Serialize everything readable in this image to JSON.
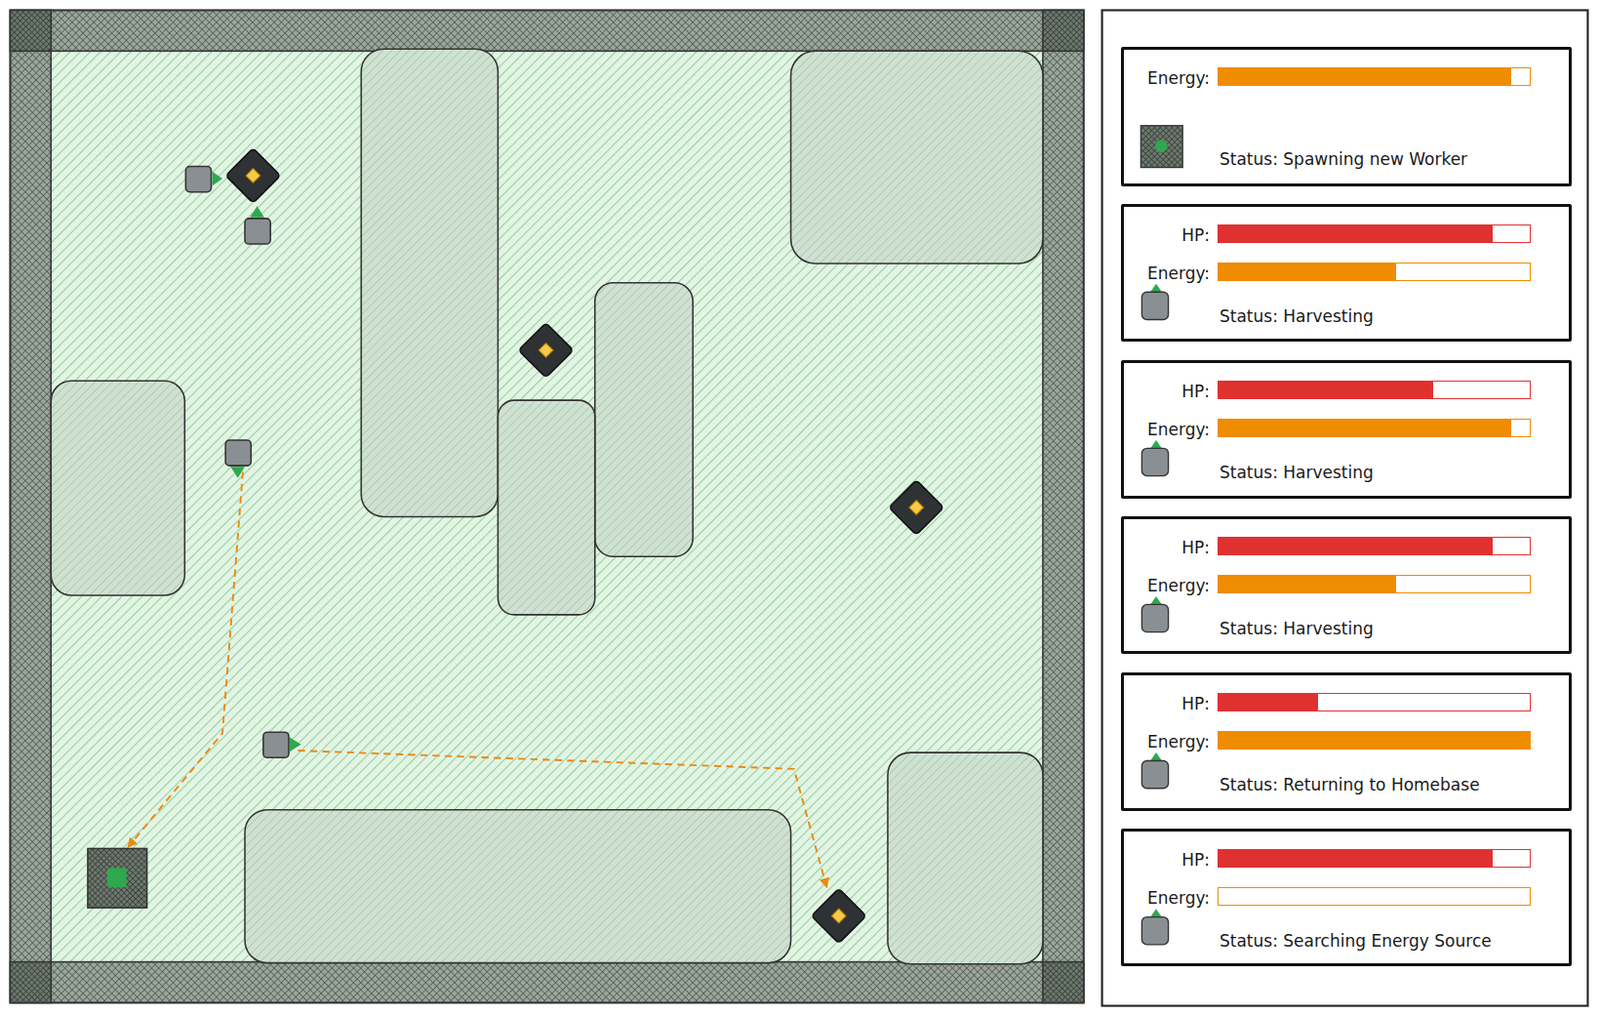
{
  "diagram": {
    "nodes": [
      {
        "text": [
          "Energy:",
          "Status: Spawning new Worker"
        ]
      },
      {
        "text": [
          "HP:",
          "Energy:",
          "Status: Harvesting"
        ]
      },
      {
        "text": [
          "HP:",
          "Energy:",
          "Status: Harvesting"
        ]
      },
      {
        "text": [
          "HP:",
          "Energy:",
          "Status: Harvesting"
        ]
      },
      {
        "text": [
          "HP:",
          "Energy:",
          "Status: Returning to Homebase"
        ]
      },
      {
        "text": [
          "HP:",
          "Energy:",
          "Status: Searching Energy Source"
        ]
      }
    ]
  }
}
